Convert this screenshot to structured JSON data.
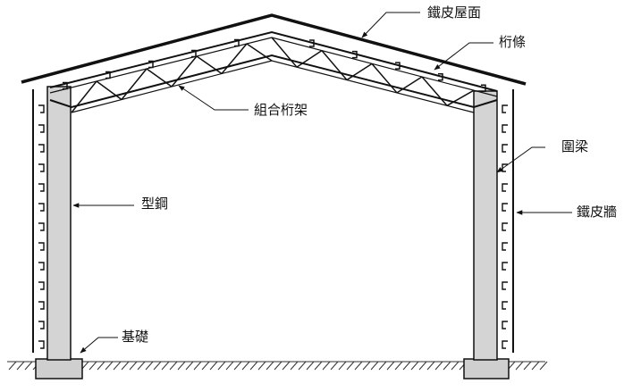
{
  "labels": {
    "roof": "鐵皮屋面",
    "purlin": "桁條",
    "truss": "組合桁架",
    "ring_beam": "圍梁",
    "wall_sheet": "鐵皮牆",
    "steel_column": "型鋼",
    "foundation": "基礎"
  },
  "colors": {
    "line": "#111111",
    "column_fill": "#d4d4d4",
    "background": "#ffffff"
  }
}
